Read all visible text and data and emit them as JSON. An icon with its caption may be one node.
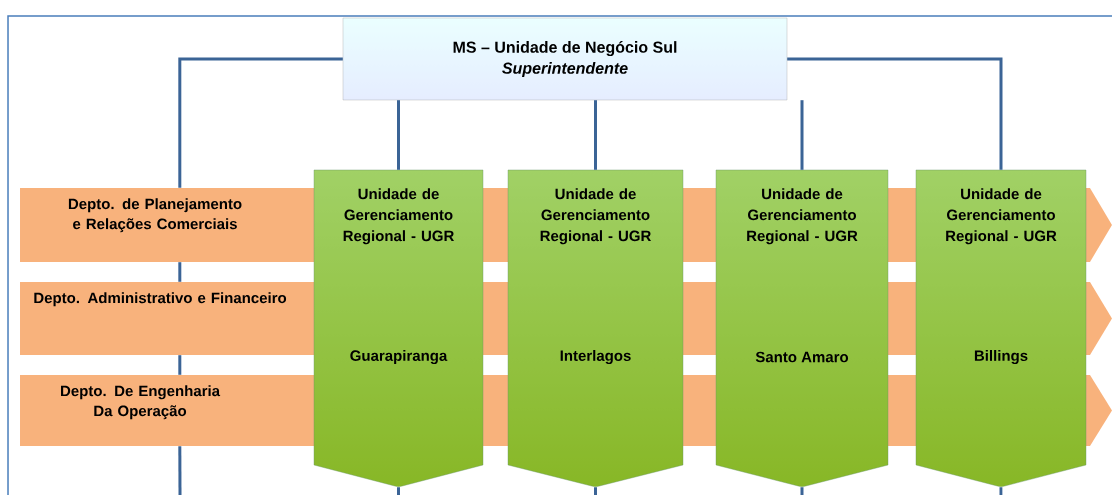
{
  "diagram": {
    "nodes": [
      {
        "text": [
          "MS – Unidade de Negócio Sul",
          "Superintendente"
        ]
      },
      {
        "text": [
          "Depto. de Planejamento e Relações Comerciais"
        ]
      },
      {
        "text": [
          "Depto. Administrativo e Financeiro"
        ]
      },
      {
        "text": [
          "Depto. De Engenharia Da Operação"
        ]
      },
      {
        "text": [
          "Unidade de Gerenciamento Regional - UGR",
          "Guarapiranga"
        ]
      },
      {
        "text": [
          "Unidade de Gerenciamento Regional - UGR",
          "Interlagos"
        ]
      },
      {
        "text": [
          "Unidade de Gerenciamento Regional - UGR",
          "Santo Amaro"
        ]
      },
      {
        "text": [
          "Unidade de Gerenciamento Regional - UGR",
          "Billings"
        ]
      }
    ],
    "edges": [
      {
        "from": 0,
        "to": 1,
        "arrow": "none"
      },
      {
        "from": 1,
        "to": 2,
        "arrow": "none"
      },
      {
        "from": 2,
        "to": 3,
        "arrow": "none"
      },
      {
        "from": 3,
        "to": null,
        "arrow": "none"
      },
      {
        "from": 0,
        "to": 4,
        "arrow": "none"
      },
      {
        "from": 0,
        "to": 5,
        "arrow": "none"
      },
      {
        "from": 0,
        "to": 6,
        "arrow": "none"
      },
      {
        "from": 0,
        "to": 7,
        "arrow": "none"
      },
      {
        "from": 4,
        "to": null,
        "arrow": "none"
      },
      {
        "from": 5,
        "to": null,
        "arrow": "none"
      },
      {
        "from": 6,
        "to": null,
        "arrow": "none"
      },
      {
        "from": 7,
        "to": null,
        "arrow": "none"
      }
    ]
  }
}
